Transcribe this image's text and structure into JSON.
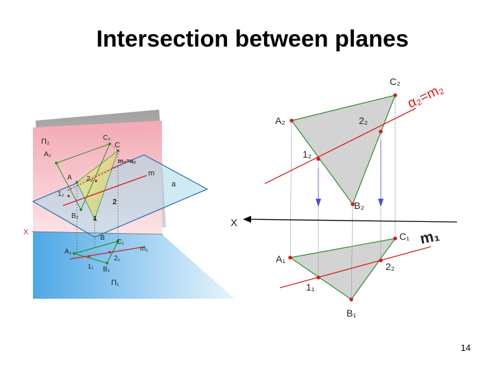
{
  "title": "Intersection between planes",
  "page_number": "14",
  "left_figure": {
    "labels": {
      "pi2": "П₂",
      "c2": "C₂",
      "a2": "A₂",
      "c": "C",
      "m2a2": "m₂=a₂",
      "a": "A",
      "two2": "2₂",
      "m": "m",
      "a_plane": "a",
      "one2": "1₂",
      "two": "2",
      "b2": "B₂",
      "one": "1",
      "x": "X",
      "b": "B",
      "c1": "C₁",
      "m1": "m₁",
      "a1": "A₁",
      "two1": "2₁",
      "one1": "1₁",
      "b1": "B₁",
      "pi1": "П₁"
    }
  },
  "right_figure": {
    "labels": {
      "c2": "C₂",
      "alpha2m2": "α₂=m₂",
      "a2": "A₂",
      "two2_top": "2₂",
      "one2": "1₂",
      "b2": "B₂",
      "x": "X",
      "c1": "C₁",
      "m1": "m₁",
      "a1": "A₁",
      "two2_bottom": "2₂",
      "one1": "1₁",
      "b1": "B₁"
    }
  },
  "colors": {
    "triangle_fill": "#d3d3d3",
    "line_red": "#d21e1e",
    "vertex_green": "#2a8a2a",
    "arrow_blue": "#5050c8",
    "plane_pi2": "#f0a0ac",
    "plane_pi1": "#6bb8ee",
    "plane_a": "#a9d8ea"
  }
}
